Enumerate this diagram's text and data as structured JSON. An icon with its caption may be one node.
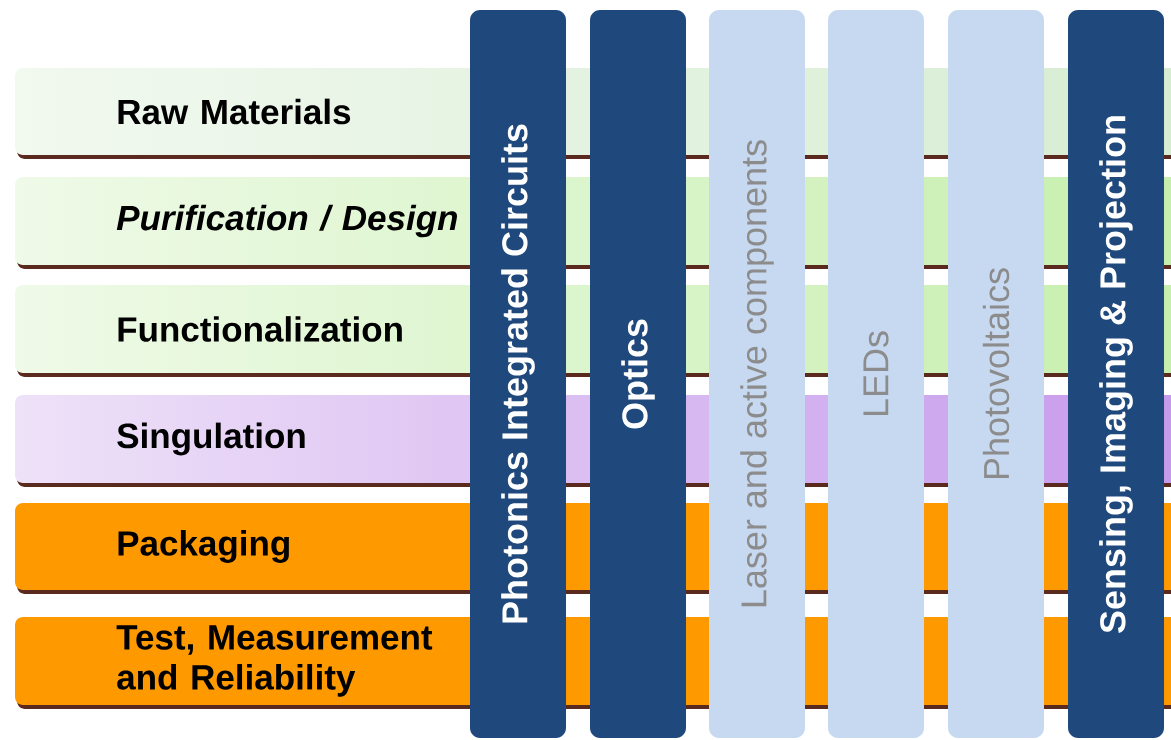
{
  "diagram": {
    "nodes": [
      {
        "text": [
          "Raw Materials"
        ]
      },
      {
        "text": [
          "Purification / Design"
        ]
      },
      {
        "text": [
          "Functionalization"
        ]
      },
      {
        "text": [
          "Singulation"
        ]
      },
      {
        "text": [
          "Packaging"
        ]
      },
      {
        "text": [
          "Test, Measurement and Reliability"
        ]
      },
      {
        "text": [
          "Photonics Integrated Circuits"
        ]
      },
      {
        "text": [
          "Optics"
        ]
      },
      {
        "text": [
          "Laser and active components"
        ]
      },
      {
        "text": [
          "LEDs"
        ]
      },
      {
        "text": [
          "Photovoltaics"
        ]
      },
      {
        "text": [
          "Sensing, Imaging & Projection"
        ]
      }
    ]
  }
}
